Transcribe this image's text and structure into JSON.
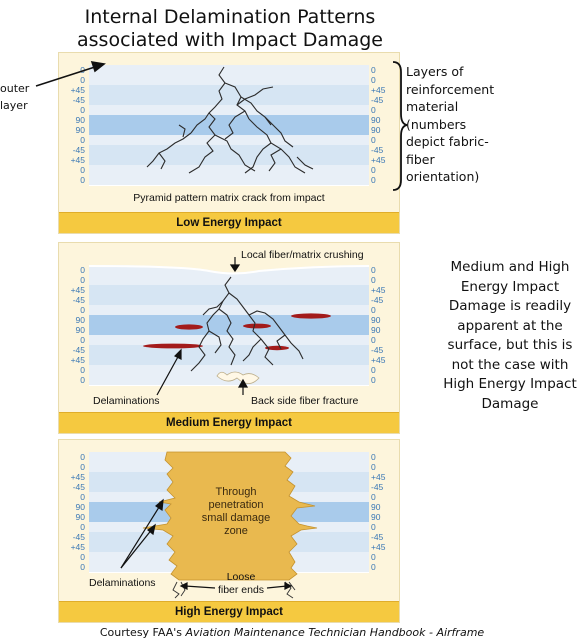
{
  "title_line1": "Internal Delamination Patterns",
  "title_line2": "associated with Impact Damage",
  "outer_layer_line1": "outer",
  "outer_layer_line2": "layer",
  "layers_note": [
    "Layers of",
    "reinforcement",
    "material",
    "(numbers",
    "depict fabric-",
    "fiber",
    "orientation)"
  ],
  "side_note": [
    "Medium and High",
    "Energy Impact",
    "Damage is readily",
    "apparent at the",
    "surface, but this is",
    "not the case with",
    "High Energy Impact",
    "Damage"
  ],
  "orientations": [
    "0",
    "0",
    "+45",
    "-45",
    "0",
    "90",
    "90",
    "0",
    "-45",
    "+45",
    "0",
    "0"
  ],
  "colors": {
    "panel": "#fdf5dc",
    "band_light": "#e8eff7",
    "band_mid": "#d6e5f3",
    "band_dark": "#a9cbeb",
    "bar": "#f5c940",
    "delamination": "#a31b1b",
    "damage_zone": "#e9b94f",
    "orientation_text": "#3b78b5"
  },
  "panels": {
    "low": {
      "caption": "Pyramid pattern matrix crack from impact",
      "bar_label": "Low Energy Impact"
    },
    "medium": {
      "crush_label": "Local fiber/matrix crushing",
      "delam_label": "Delaminations",
      "fracture_label": "Back side fiber fracture",
      "bar_label": "Medium Energy Impact"
    },
    "high": {
      "zone_line1": "Through",
      "zone_line2": "penetration",
      "zone_line3": "small damage",
      "zone_line4": "zone",
      "delam_label": "Delaminations",
      "loose_line1": "Loose",
      "loose_line2": "fiber ends",
      "bar_label": "High Energy Impact"
    }
  },
  "credit_prefix": "Courtesy FAA's ",
  "credit_title": "Aviation Maintenance Technician Handbook - Airframe"
}
